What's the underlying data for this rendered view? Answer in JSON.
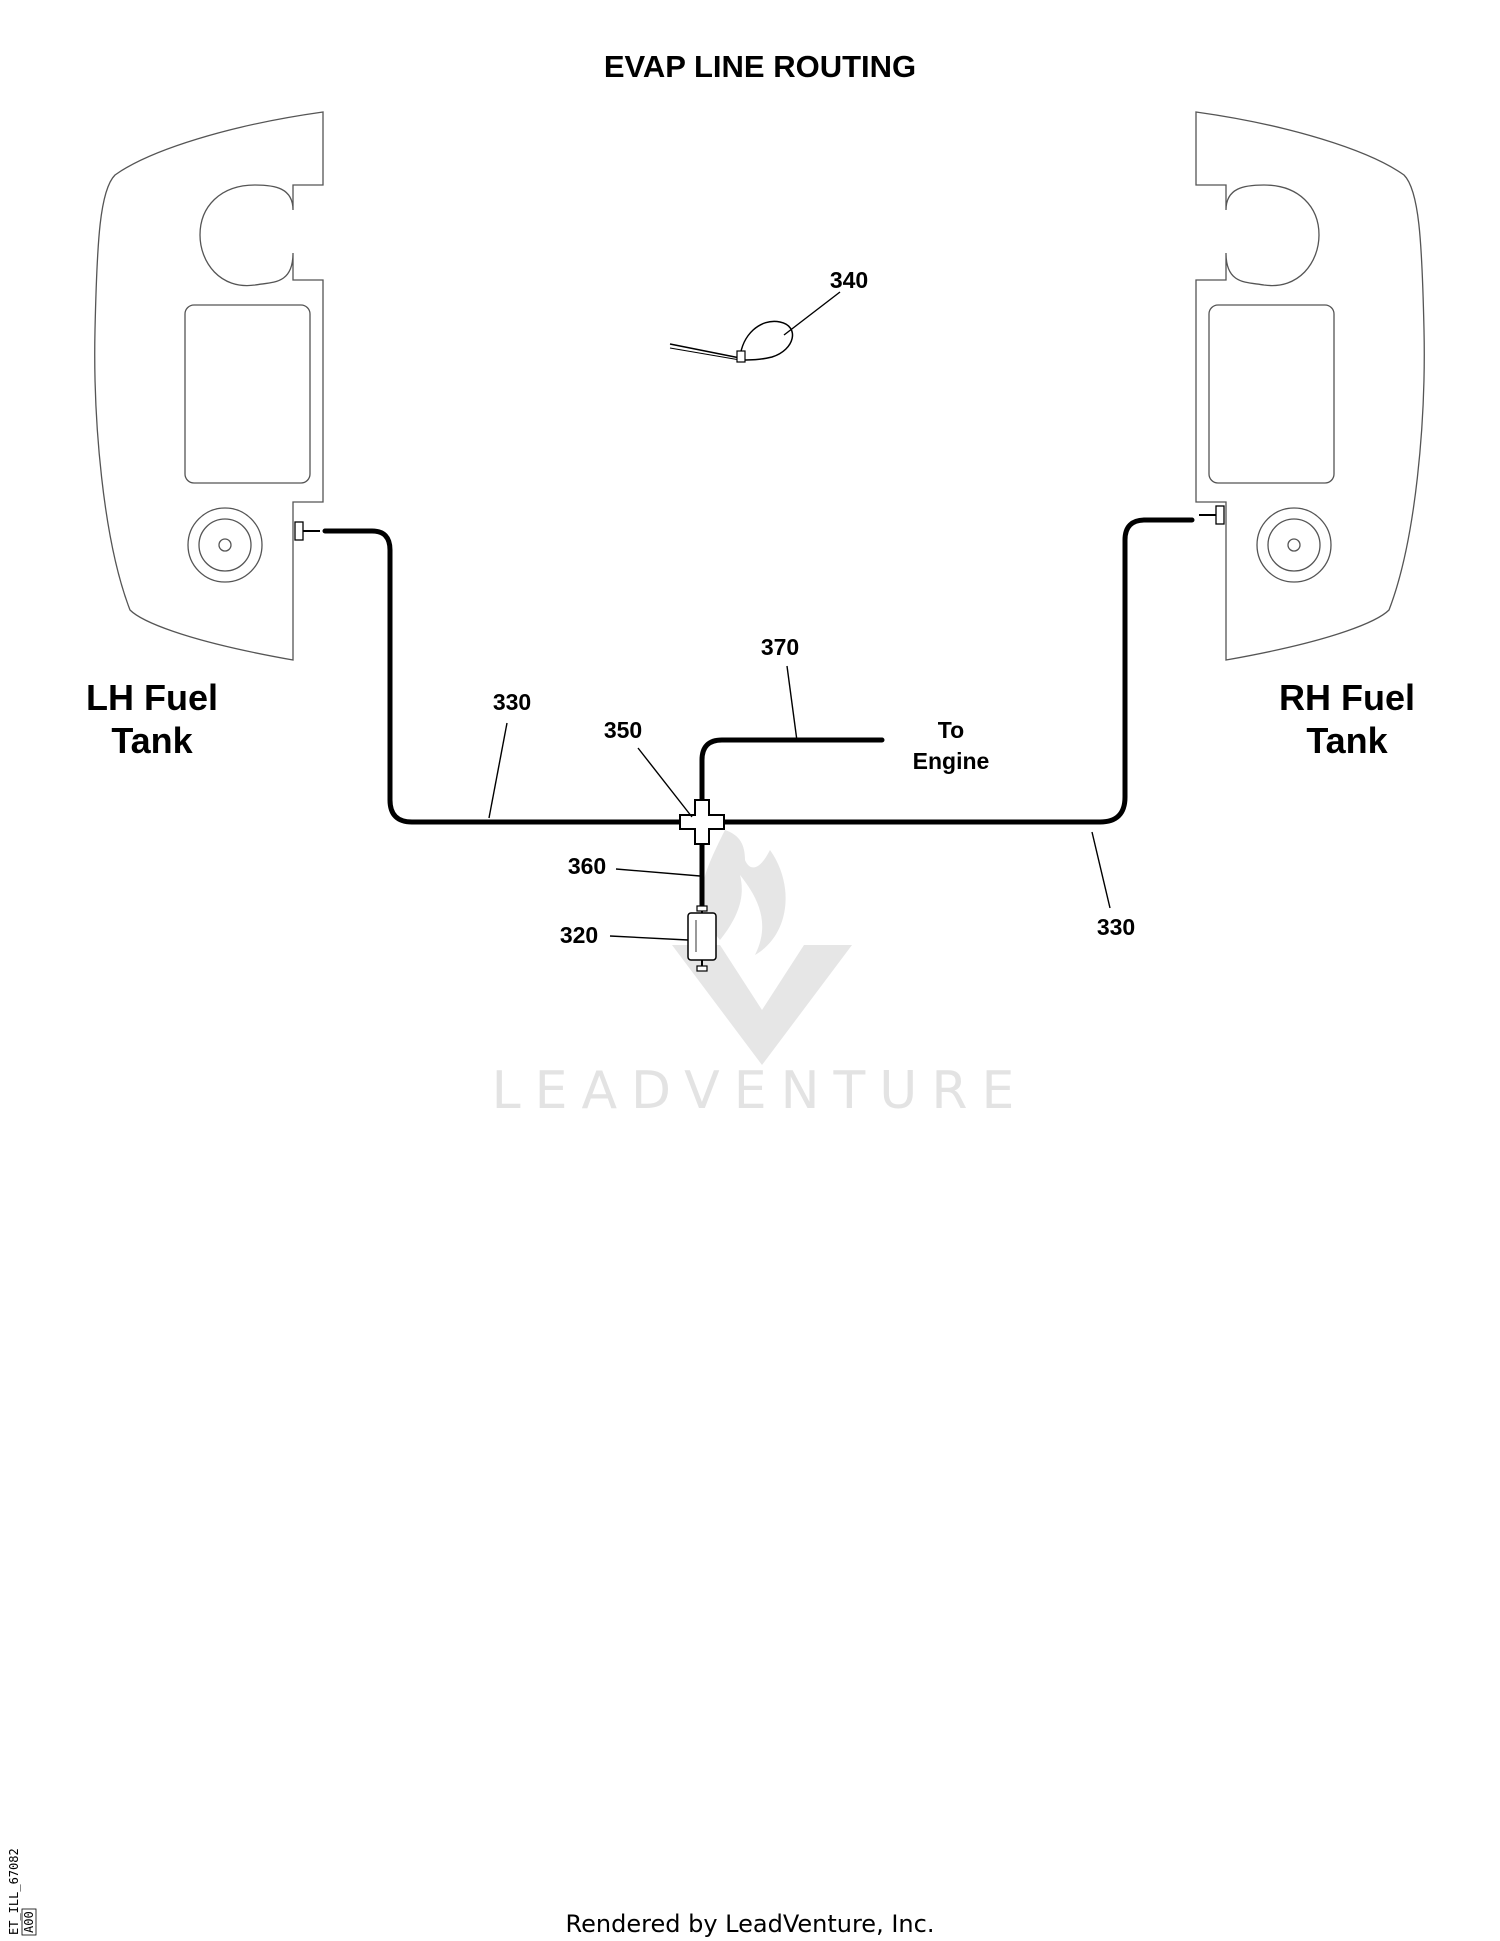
{
  "title": "EVAP LINE ROUTING",
  "tanks": {
    "left": {
      "line1": "LH Fuel",
      "line2": "Tank"
    },
    "right": {
      "line1": "RH Fuel",
      "line2": "Tank"
    }
  },
  "callouts": {
    "clamp": "340",
    "tee": "350",
    "hose_engine": "370",
    "hose_left": "330",
    "hose_right": "330",
    "hose_canister": "360",
    "canister": "320"
  },
  "to_engine": {
    "line1": "To",
    "line2": "Engine"
  },
  "watermark": "LEADVENTURE",
  "footer": "Rendered by LeadVenture, Inc.",
  "side_code": {
    "line1": "ET_ILL_67082",
    "line2": "A00"
  }
}
